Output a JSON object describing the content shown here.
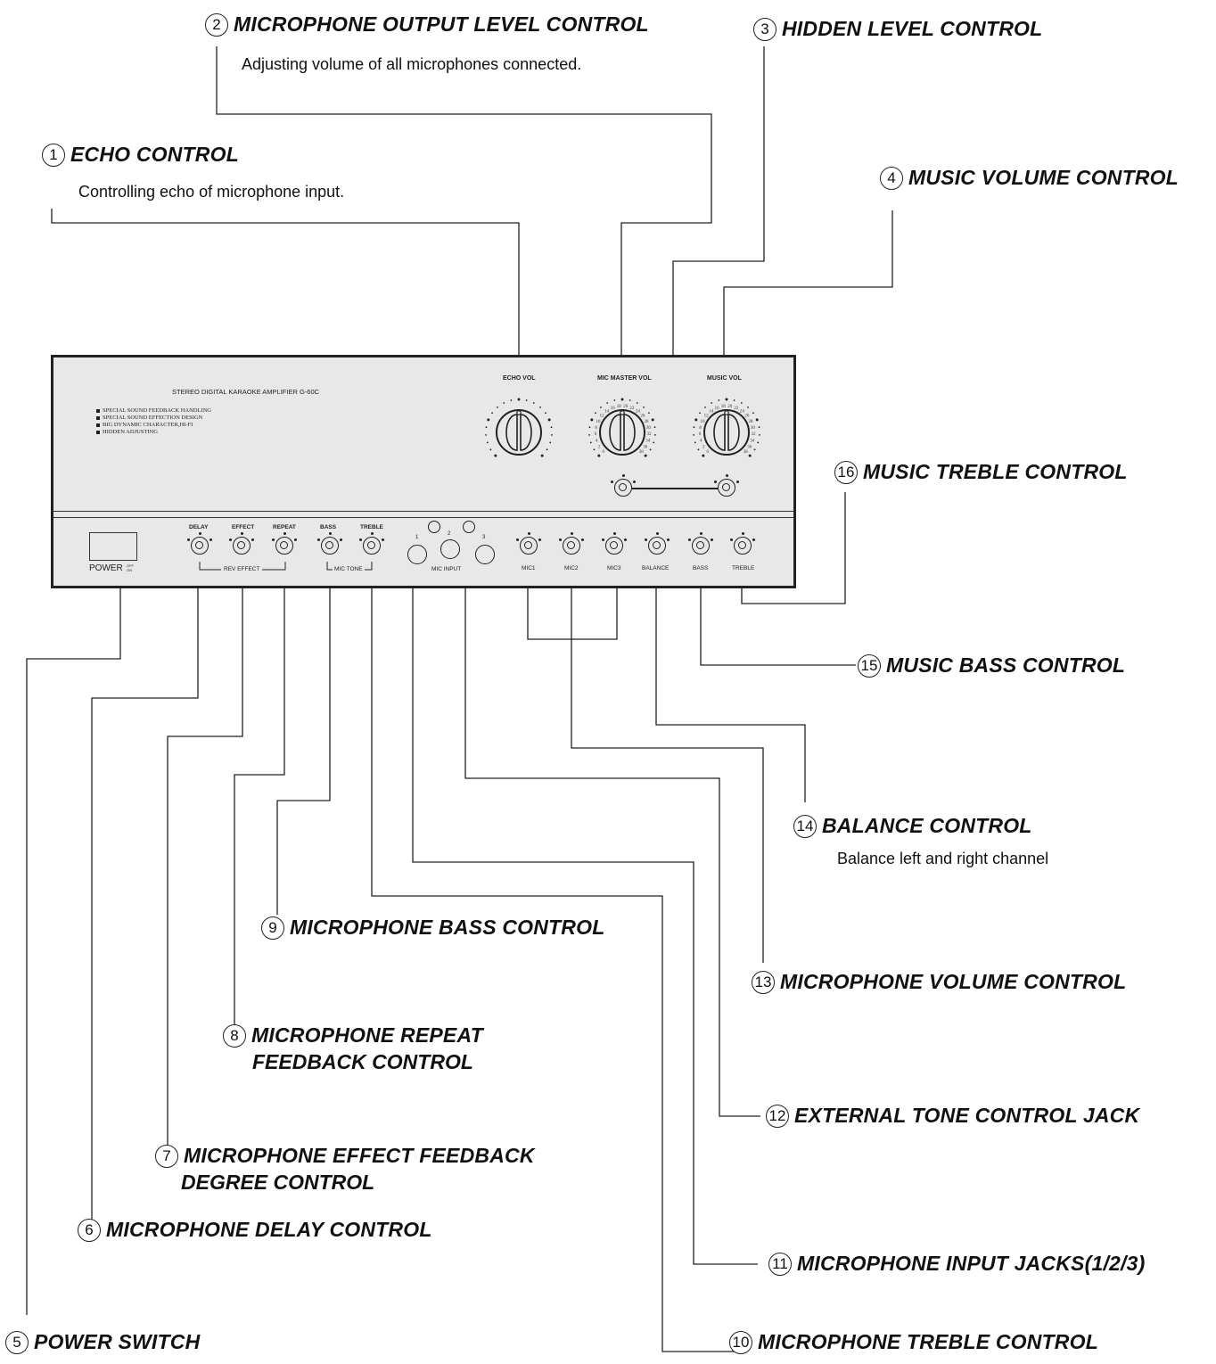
{
  "labels": {
    "l1": {
      "num": "1",
      "title": "ECHO CONTROL",
      "desc": "Controlling echo of microphone input."
    },
    "l2": {
      "num": "2",
      "title": "MICROPHONE OUTPUT LEVEL CONTROL",
      "desc": "Adjusting volume of all microphones connected."
    },
    "l3": {
      "num": "3",
      "title": "HIDDEN LEVEL CONTROL"
    },
    "l4": {
      "num": "4",
      "title": "MUSIC VOLUME CONTROL"
    },
    "l5": {
      "num": "5",
      "title": "POWER SWITCH"
    },
    "l6": {
      "num": "6",
      "title": "MICROPHONE DELAY CONTROL"
    },
    "l7": {
      "num": "7",
      "title": "MICROPHONE EFFECT FEEDBACK",
      "title2": "DEGREE CONTROL"
    },
    "l8": {
      "num": "8",
      "title": "MICROPHONE REPEAT",
      "title2": "FEEDBACK CONTROL"
    },
    "l9": {
      "num": "9",
      "title": "MICROPHONE BASS CONTROL"
    },
    "l10": {
      "num": "10",
      "title": "MICROPHONE TREBLE CONTROL"
    },
    "l11": {
      "num": "11",
      "title": "MICROPHONE INPUT JACKS(1/2/3)"
    },
    "l12": {
      "num": "12",
      "title": "EXTERNAL TONE CONTROL JACK"
    },
    "l13": {
      "num": "13",
      "title": "MICROPHONE VOLUME CONTROL"
    },
    "l14": {
      "num": "14",
      "title": "BALANCE CONTROL",
      "desc": "Balance left and right channel"
    },
    "l15": {
      "num": "15",
      "title": "MUSIC BASS CONTROL"
    },
    "l16": {
      "num": "16",
      "title": "MUSIC TREBLE CONTROL"
    }
  },
  "panel": {
    "model": "STEREO DIGITAL KARAOKE AMPLIFIER G-60C",
    "features": [
      "SPECIAL SOUND FEEDBACK HANDLING",
      "SPECIAL SOUND EFFECTION DESIGN",
      "BIG DYNAMIC CHARACTER,HI-FI",
      "HIDDEN ADJUSTING"
    ],
    "knob_labels": {
      "echo": "ECHO VOL",
      "mic_master": "MIC  MASTER  VOL",
      "music": "MUSIC VOL"
    },
    "scale": [
      "0",
      "2",
      "4",
      "6",
      "8",
      "10",
      "12",
      "14",
      "16",
      "18",
      "20",
      "22",
      "24",
      "26",
      "28",
      "30",
      "32",
      "34",
      "36",
      "38"
    ],
    "lower_labels": {
      "delay": "DELAY",
      "effect": "EFFECT",
      "repeat": "REPEAT",
      "bass": "BASS",
      "treble": "TREBLE"
    },
    "group_labels": {
      "rev_effect": "REV EFFECT",
      "mic_tone": "MIC TONE",
      "mic_input": "MIC INPUT"
    },
    "mic_jacks": [
      "1",
      "2",
      "3"
    ],
    "right_labels": [
      "MIC1",
      "MIC2",
      "MIC3",
      "BALANCE",
      "BASS",
      "TREBLE"
    ],
    "power": "POWER",
    "power_states": {
      "off": "OFF",
      "on": "ON"
    }
  }
}
